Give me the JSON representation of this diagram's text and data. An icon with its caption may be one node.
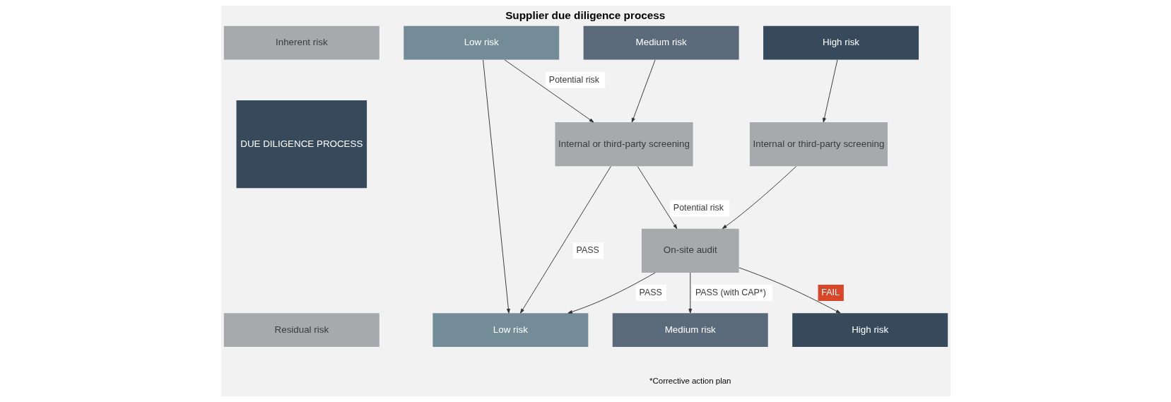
{
  "diagram": {
    "title": "Supplier due diligence process",
    "nodes": [
      {
        "text": [
          "Inherent risk"
        ]
      },
      {
        "text": [
          "Low risk"
        ]
      },
      {
        "text": [
          "Medium risk"
        ]
      },
      {
        "text": [
          "High risk"
        ]
      },
      {
        "text": [
          "DUE DILIGENCE PROCESS"
        ]
      },
      {
        "text": [
          "Internal or third-party screening"
        ]
      },
      {
        "text": [
          "Internal or third-party screening"
        ]
      },
      {
        "text": [
          "On-site audit"
        ]
      },
      {
        "text": [
          "Residual risk"
        ]
      },
      {
        "text": [
          "Low risk"
        ]
      },
      {
        "text": [
          "Medium risk"
        ]
      },
      {
        "text": [
          "High risk"
        ]
      }
    ],
    "edges": [
      {
        "from": 1,
        "to": 9,
        "arrow": "to"
      },
      {
        "from": 1,
        "to": 5,
        "arrow": "to",
        "label": "Potential risk"
      },
      {
        "from": 2,
        "to": 5,
        "arrow": "to"
      },
      {
        "from": 3,
        "to": 6,
        "arrow": "to"
      },
      {
        "from": 6,
        "to": 7,
        "arrow": "to"
      },
      {
        "from": 5,
        "to": 9,
        "arrow": "to",
        "label": "PASS"
      },
      {
        "from": 5,
        "to": 7,
        "arrow": "to",
        "label": "Potential risk"
      },
      {
        "from": 7,
        "to": 9,
        "arrow": "to",
        "label": "PASS"
      },
      {
        "from": 7,
        "to": 10,
        "arrow": "to",
        "label": "PASS (with CAP*)"
      },
      {
        "from": 7,
        "to": 11,
        "arrow": "to",
        "label": "FAIL"
      }
    ],
    "labels": [
      "*Corrective action plan"
    ]
  }
}
